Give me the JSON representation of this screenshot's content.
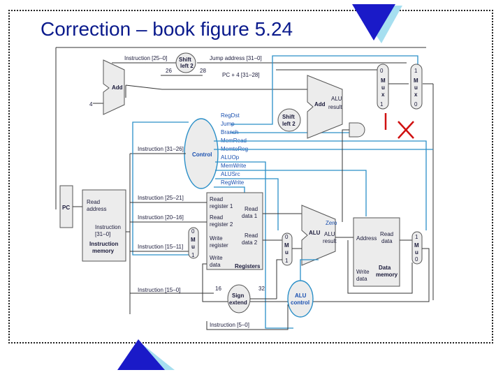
{
  "title": "Correction – book figure 5.24",
  "colors": {
    "title": "#0a1a8c",
    "tri_fill": "#1a1ac8",
    "tri_shadow": "#a6dff0",
    "control": "#2a8fc8",
    "correction": "#d01010"
  },
  "labels": {
    "instr_25_0": "Instruction [25–0]",
    "shift_left_2_top": "Shift left 2",
    "jump_address": "Jump address [31–0]",
    "num_26": "26",
    "num_28": "28",
    "pc4": "PC + 4 [31–28]",
    "add_label": "Add",
    "num_4": "4",
    "alu_result": "ALU result",
    "shift_left_2_mid": "Shift left 2",
    "mux": "M u x",
    "mux_0": "0",
    "mux_1": "1",
    "pc": "PC",
    "read_address": "Read address",
    "instruction_31_0": "Instruction [31–0]",
    "instruction_memory": "Instruction memory",
    "instr_31_26": "Instruction [31–26]",
    "control": "Control",
    "controls": [
      "RegDst",
      "Jump",
      "Branch",
      "MemRead",
      "MemtoReg",
      "ALUOp",
      "MemWrite",
      "ALUSrc",
      "RegWrite"
    ],
    "instr_25_21": "Instruction [25–21]",
    "instr_20_16": "Instruction [20–16]",
    "instr_15_11": "Instruction [15–11]",
    "instr_15_0": "Instruction [15–0]",
    "instr_5_0": "Instruction [5–0]",
    "read_register_1": "Read register 1",
    "read_register_2": "Read register 2",
    "write_register": "Write register",
    "write_data": "Write data",
    "read_data_1": "Read data 1",
    "read_data_2": "Read data 2",
    "registers": "Registers",
    "zero": "Zero",
    "alu": "ALU",
    "address": "Address",
    "read_data": "Read data",
    "data_memory": "Data memory",
    "num_16": "16",
    "num_32": "32",
    "sign_extend": "Sign extend",
    "alu_control": "ALU control"
  }
}
